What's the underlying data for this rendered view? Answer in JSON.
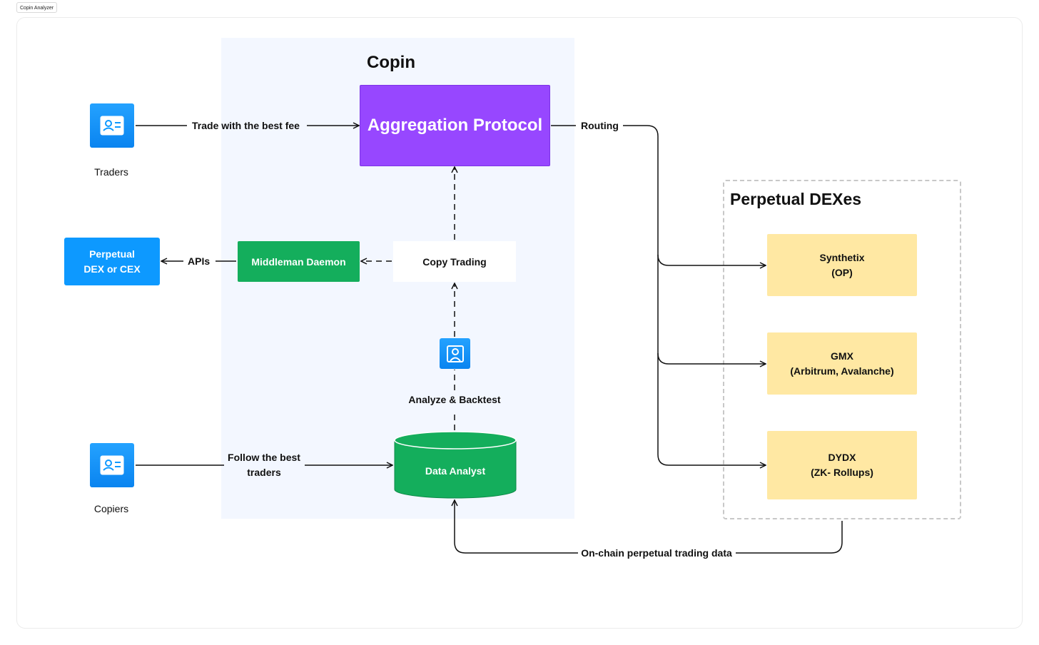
{
  "window": {
    "tab_title": "Copin Analyzer"
  },
  "diagram": {
    "copin_title": "Copin",
    "dex_group_title": "Perpetual DEXes",
    "nodes": {
      "aggregation_protocol": "Aggregation Protocol",
      "middleman_daemon": "Middleman Daemon",
      "copy_trading": "Copy Trading",
      "perpetual_dex_cex": "Perpetual\nDEX or CEX",
      "data_analyst": "Data Analyst",
      "synthetix": "Synthetix\n(OP)",
      "gmx": "GMX\n(Arbitrum, Avalanche)",
      "dydx": "DYDX\n(ZK- Rollups)"
    },
    "actors": {
      "traders": "Traders",
      "copiers": "Copiers"
    },
    "edges": {
      "trade_with_best_fee": "Trade with the best fee",
      "routing": "Routing",
      "apis": "APIs",
      "analyze_backtest": "Analyze & Backtest",
      "follow_best_traders": "Follow the best\ntraders",
      "onchain_data": "On-chain perpetual trading data"
    },
    "colors": {
      "aggregation": "#9747ff",
      "green": "#14ae5c",
      "blue": "#0d99ff",
      "yellow": "#ffe8a3",
      "copin_bg": "#f3f7ff"
    },
    "icons": {
      "actor": "contact-card-icon",
      "analyst": "user-portrait-icon"
    }
  }
}
